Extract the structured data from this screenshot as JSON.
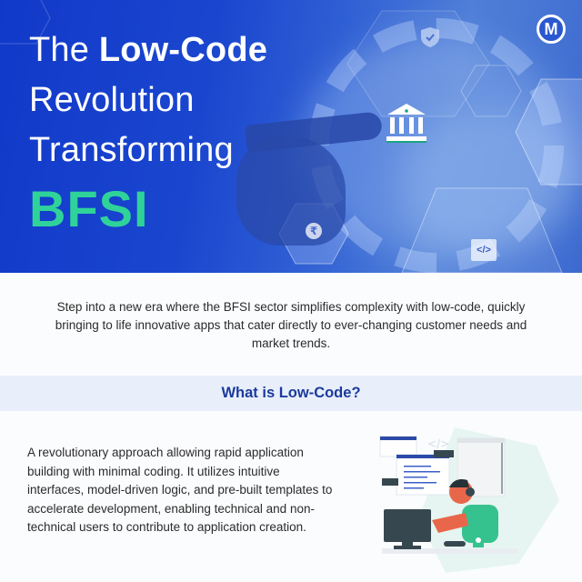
{
  "hero": {
    "title_line1_prefix": "The ",
    "title_line1_bold": "Low-Code",
    "title_line2": "Revolution",
    "title_line3": "Transforming",
    "highlight": "BFSI",
    "highlight_color": "#2fd39a",
    "background_color": "#1a46cf",
    "logo_letter": "M",
    "icons": [
      "shield-check-icon",
      "bank-icon",
      "rupee-icon",
      "code-icon"
    ],
    "rupee_glyph": "₹",
    "code_glyph": "</>"
  },
  "intro": {
    "text": "Step into a new era where the BFSI sector simplifies complexity with low-code, quickly bringing to life innovative apps that cater directly to ever-changing customer needs and market trends."
  },
  "section": {
    "heading": "What is Low-Code?",
    "heading_color": "#1c3a9c",
    "band_color": "#e8effb",
    "description": "A revolutionary approach allowing rapid application building with minimal coding. It utilizes intuitive interfaces, model-driven logic, and pre-built templates to accelerate development, enabling technical and non-technical users to contribute to application creation.",
    "illustration": "developer-at-computer-illustration"
  }
}
